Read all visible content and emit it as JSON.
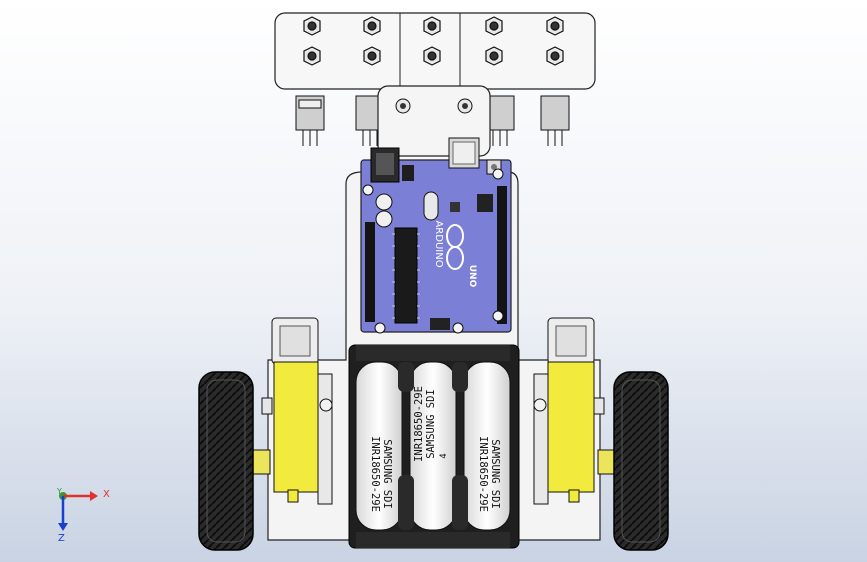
{
  "viewport": {
    "background_top": "#ffffff",
    "background_bottom": "#c9d3e3"
  },
  "board": {
    "brand_text": "ARDUINO",
    "model_text": "UNO",
    "color": "#7b7fd6"
  },
  "batteries": [
    {
      "line1": "INR18650-29E",
      "line2": "SAMSUNG SDI"
    },
    {
      "line1": "INR18650-29E",
      "line2": "SAMSUNG SDI",
      "line3": "4"
    },
    {
      "line1": "INR18650-29E",
      "line2": "SAMSUNG SDI"
    }
  ],
  "triad": {
    "x_label": "X",
    "y_label": "Y",
    "z_label": "Z",
    "x_color": "#e03030",
    "y_color": "#2ca02c",
    "z_color": "#1a3fd0"
  },
  "colors": {
    "motor_yellow": "#f2ea3c",
    "wheel": "#1a1a1a",
    "chassis": "#f4f4f4"
  }
}
